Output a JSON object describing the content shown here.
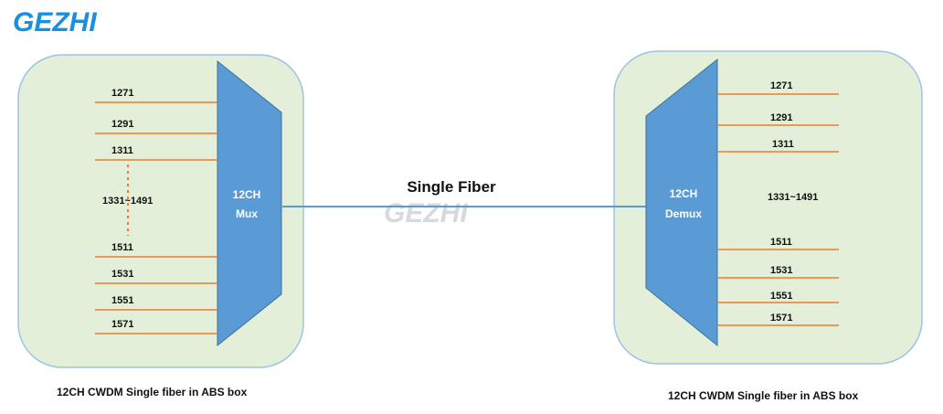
{
  "logo_text": "GEZHI",
  "watermark_text": "GEZHI",
  "fiber_label": "Single Fiber",
  "colors": {
    "logo_blue": "#1a8fe0",
    "box_fill": "#e3efd8",
    "box_stroke": "#9dc3e6",
    "device_fill": "#5b9bd5",
    "device_stroke": "#41719c",
    "fiber_line": "#5b9bd5",
    "channel_line": "#ed7d31",
    "dotted_line": "#ed7d31"
  },
  "left_unit": {
    "device_line1": "12CH",
    "device_line2": "Mux",
    "caption": "12CH CWDM Single fiber in ABS box",
    "channels": [
      "1271",
      "1291",
      "1311",
      "1511",
      "1531",
      "1551",
      "1571"
    ],
    "range_label": "1331~1491"
  },
  "right_unit": {
    "device_line1": "12CH",
    "device_line2": "Demux",
    "caption": "12CH CWDM Single fiber in ABS box",
    "channels": [
      "1271",
      "1291",
      "1311",
      "1511",
      "1531",
      "1551",
      "1571"
    ],
    "range_label": "1331~1491"
  }
}
